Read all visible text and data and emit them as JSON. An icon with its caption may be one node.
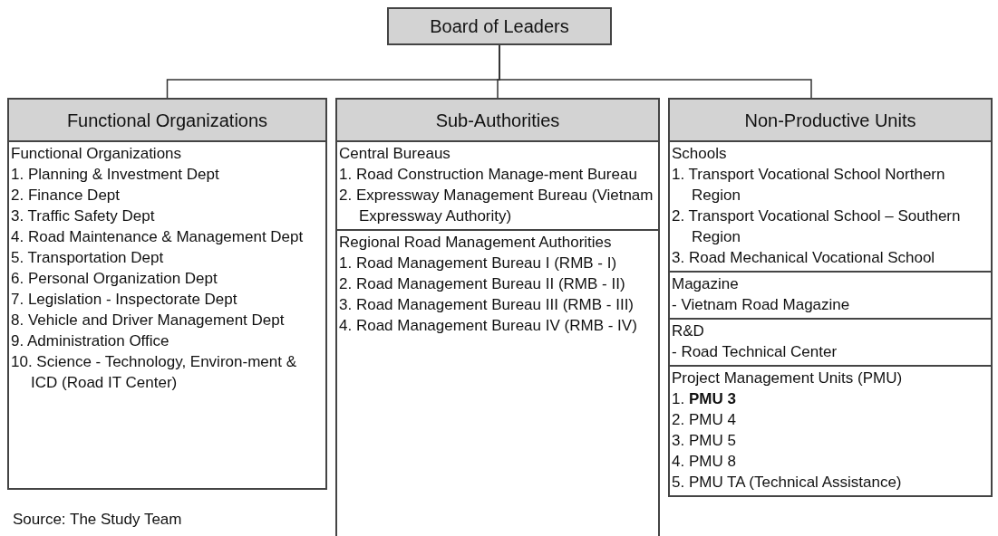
{
  "diagram": {
    "nodes": [
      {
        "text": [
          "Board of Leaders"
        ]
      },
      {
        "text": [
          "Functional Organizations"
        ]
      },
      {
        "text": [
          "Functional Organizations",
          "1. Planning & Investment Dept",
          "2. Finance Dept",
          "3. Traffic Safety Dept",
          "4. Road Maintenance & Management Dept",
          "5. Transportation Dept",
          "6. Personal Organization Dept",
          "7. Legislation - Inspectorate Dept",
          "8. Vehicle and Driver Management Dept",
          "9. Administration Office",
          "10. Science - Technology, Environ-ment & ICD (Road IT Center)"
        ]
      },
      {
        "text": [
          "Sub-Authorities"
        ]
      },
      {
        "text": [
          "Central Bureaus",
          "1. Road Construction Manage-ment Bureau",
          "2. Expressway Management Bureau (Vietnam Expressway Authority)"
        ]
      },
      {
        "text": [
          "Regional Road Management Authorities",
          "1. Road Management Bureau I (RMB - I)",
          "2. Road Management Bureau II (RMB - II)",
          "3. Road Management Bureau III (RMB - III)",
          "4. Road Management Bureau IV (RMB - IV)"
        ]
      },
      {
        "text": [
          "Non-Productive Units"
        ]
      },
      {
        "text": [
          "Schools",
          "1. Transport Vocational School Northern Region",
          "2. Transport Vocational School – Southern Region",
          "3. Road Mechanical Vocational School"
        ]
      },
      {
        "text": [
          "Magazine",
          "- Vietnam Road Magazine"
        ]
      },
      {
        "text": [
          "R&D",
          "- Road Technical Center"
        ]
      },
      {
        "text": [
          "Project Management Units (PMU)",
          "1. **PMU 3**",
          "2. PMU 4",
          "3. PMU 5",
          "4. PMU 8",
          "5. PMU TA (Technical Assistance)"
        ]
      }
    ],
    "edges": [
      {
        "from": 0,
        "to": 1,
        "arrow": "none"
      },
      {
        "from": 0,
        "to": 3,
        "arrow": "none"
      },
      {
        "from": 0,
        "to": 6,
        "arrow": "none"
      }
    ],
    "labels": [
      "Source: The Study Team"
    ]
  }
}
